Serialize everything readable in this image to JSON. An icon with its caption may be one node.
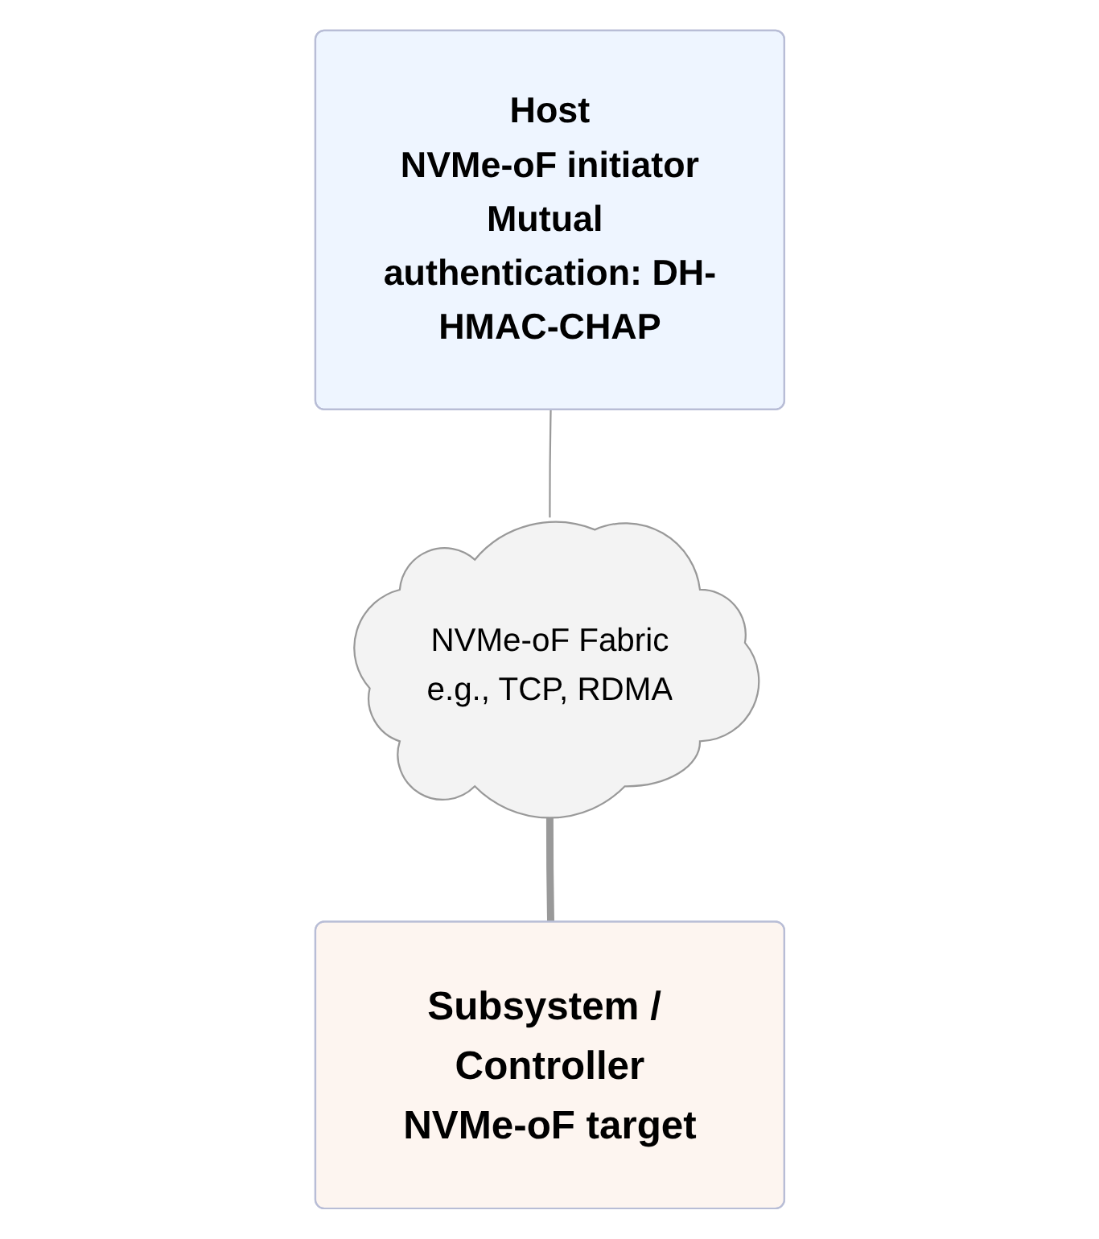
{
  "diagram": {
    "nodes": [
      {
        "text": [
          "Host",
          "NVMe-oF initiator",
          "Mutual authentication: DH-HMAC-CHAP"
        ]
      },
      {
        "text": [
          "NVMe-oF Fabric",
          "e.g., TCP, RDMA"
        ]
      },
      {
        "text": [
          "Subsystem / Controller",
          "NVMe-oF target"
        ]
      }
    ],
    "edges": [
      {
        "from": 0,
        "to": 1,
        "arrow": "none"
      },
      {
        "from": 1,
        "to": 2,
        "arrow": "none",
        "style": "thick"
      }
    ]
  }
}
